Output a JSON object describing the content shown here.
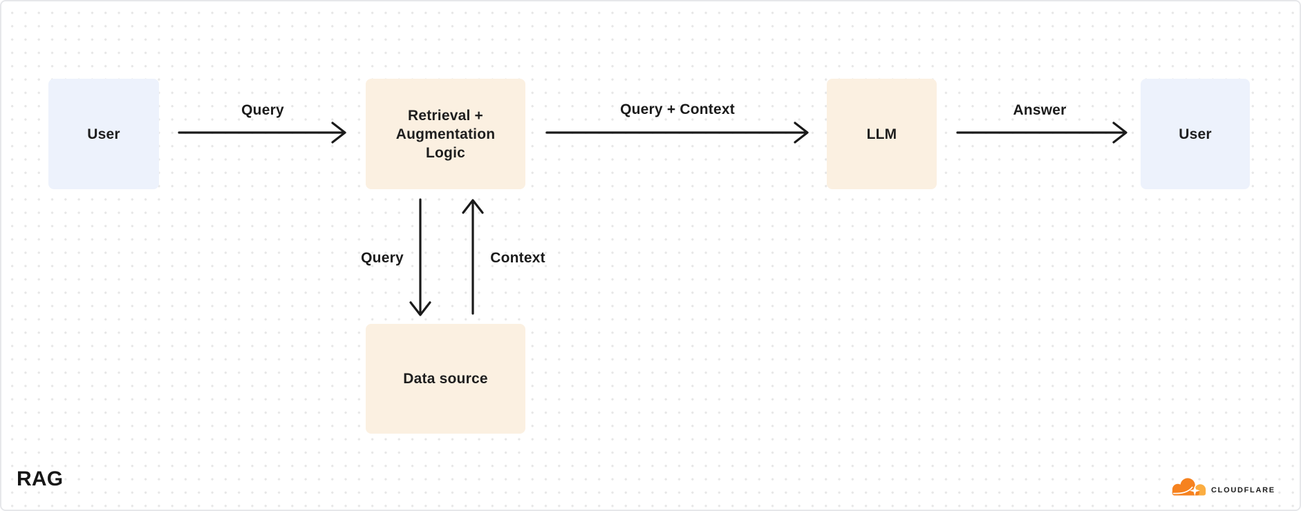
{
  "diagram": {
    "title": "RAG",
    "nodes": [
      {
        "id": "user-left",
        "label": "User",
        "color": "#EDF2FC"
      },
      {
        "id": "retrieval-augmentation-logic",
        "label": "Retrieval +\nAugmentation\nLogic",
        "color": "#FBF0E1"
      },
      {
        "id": "llm",
        "label": "LLM",
        "color": "#FBF0E1"
      },
      {
        "id": "user-right",
        "label": "User",
        "color": "#EDF2FC"
      },
      {
        "id": "data-source",
        "label": "Data source",
        "color": "#FBF0E1"
      }
    ],
    "edges": [
      {
        "from": "user-left",
        "to": "retrieval-augmentation-logic",
        "label": "Query"
      },
      {
        "from": "retrieval-augmentation-logic",
        "to": "llm",
        "label": "Query + Context"
      },
      {
        "from": "llm",
        "to": "user-right",
        "label": "Answer"
      },
      {
        "from": "retrieval-augmentation-logic",
        "to": "data-source",
        "label": "Query"
      },
      {
        "from": "data-source",
        "to": "retrieval-augmentation-logic",
        "label": "Context"
      }
    ],
    "colors": {
      "background": "#FFFFFF",
      "dot_grid": "#E7E7E7",
      "border": "#E6E7EA",
      "node_blue": "#EDF2FC",
      "node_peach": "#FBF0E1",
      "arrow": "#1A1A1A",
      "text": "#1E1E1E"
    },
    "branding": {
      "logo_text": "CLOUDFLARE",
      "logo_orange": "#F6821F",
      "logo_light_orange": "#FBAD41",
      "logo_icon": "cloudflare-cloud-icon"
    }
  }
}
